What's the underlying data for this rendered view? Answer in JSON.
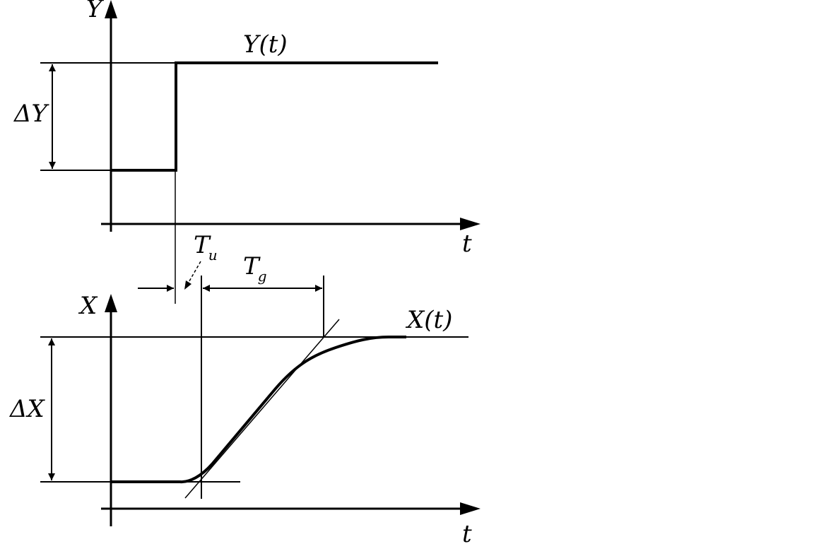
{
  "upper_plot": {
    "y_axis_label": "Y",
    "x_axis_label": "t",
    "curve_label_main": "Y",
    "curve_label_arg": "(t)",
    "delta_label": "ΔY"
  },
  "lower_plot": {
    "y_axis_label": "X",
    "x_axis_label": "t",
    "curve_label_main": "X",
    "curve_label_arg": "(t)",
    "delta_label": "ΔX"
  },
  "dead_time": {
    "symbol": "T",
    "subscript": "u"
  },
  "rise_time": {
    "symbol": "T",
    "subscript": "g"
  },
  "colors": {
    "ink": "#000000",
    "background": "#ffffff"
  }
}
